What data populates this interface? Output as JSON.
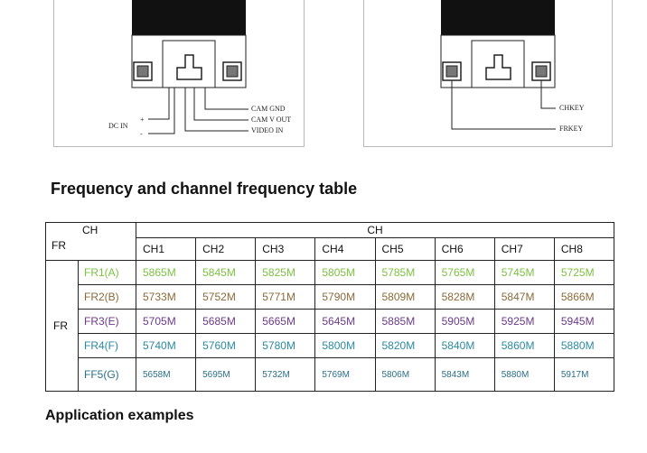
{
  "diagram_left": {
    "labels": {
      "cam_gnd": "CAM GND",
      "cam_v_out": "CAM V OUT",
      "video_in": "VIDEO IN",
      "dc_in": "DC IN",
      "plus": "+",
      "minus": "-"
    }
  },
  "diagram_right": {
    "labels": {
      "chkey": "CHKEY",
      "frkey": "FRKEY"
    }
  },
  "section": {
    "title": "Frequency and channel frequency table",
    "app_title": "Application examples"
  },
  "table": {
    "corner_ch": "CH",
    "corner_fr": "FR",
    "ch_header": "CH",
    "fr_header": "FR",
    "channels": [
      "CH1",
      "CH2",
      "CH3",
      "CH4",
      "CH5",
      "CH6",
      "CH7",
      "CH8"
    ],
    "rows": [
      {
        "label": "FR1(A)",
        "values": [
          "5865M",
          "5845M",
          "5825M",
          "5805M",
          "5785M",
          "5765M",
          "5745M",
          "5725M"
        ]
      },
      {
        "label": "FR2(B)",
        "values": [
          "5733M",
          "5752M",
          "5771M",
          "5790M",
          "5809M",
          "5828M",
          "5847M",
          "5866M"
        ]
      },
      {
        "label": "FR3(E)",
        "values": [
          "5705M",
          "5685M",
          "5665M",
          "5645M",
          "5885M",
          "5905M",
          "5925M",
          "5945M"
        ]
      },
      {
        "label": "FR4(F)",
        "values": [
          "5740M",
          "5760M",
          "5780M",
          "5800M",
          "5820M",
          "5840M",
          "5860M",
          "5880M"
        ]
      },
      {
        "label": "FF5(G)",
        "values": [
          "5658M",
          "5695M",
          "5732M",
          "5769M",
          "5806M",
          "5843M",
          "5880M",
          "5917M"
        ]
      }
    ],
    "row_colors": [
      "#7dc142",
      "#8a6a3a",
      "#6b3a8a",
      "#2a8aa0",
      "#2a6f88"
    ]
  }
}
